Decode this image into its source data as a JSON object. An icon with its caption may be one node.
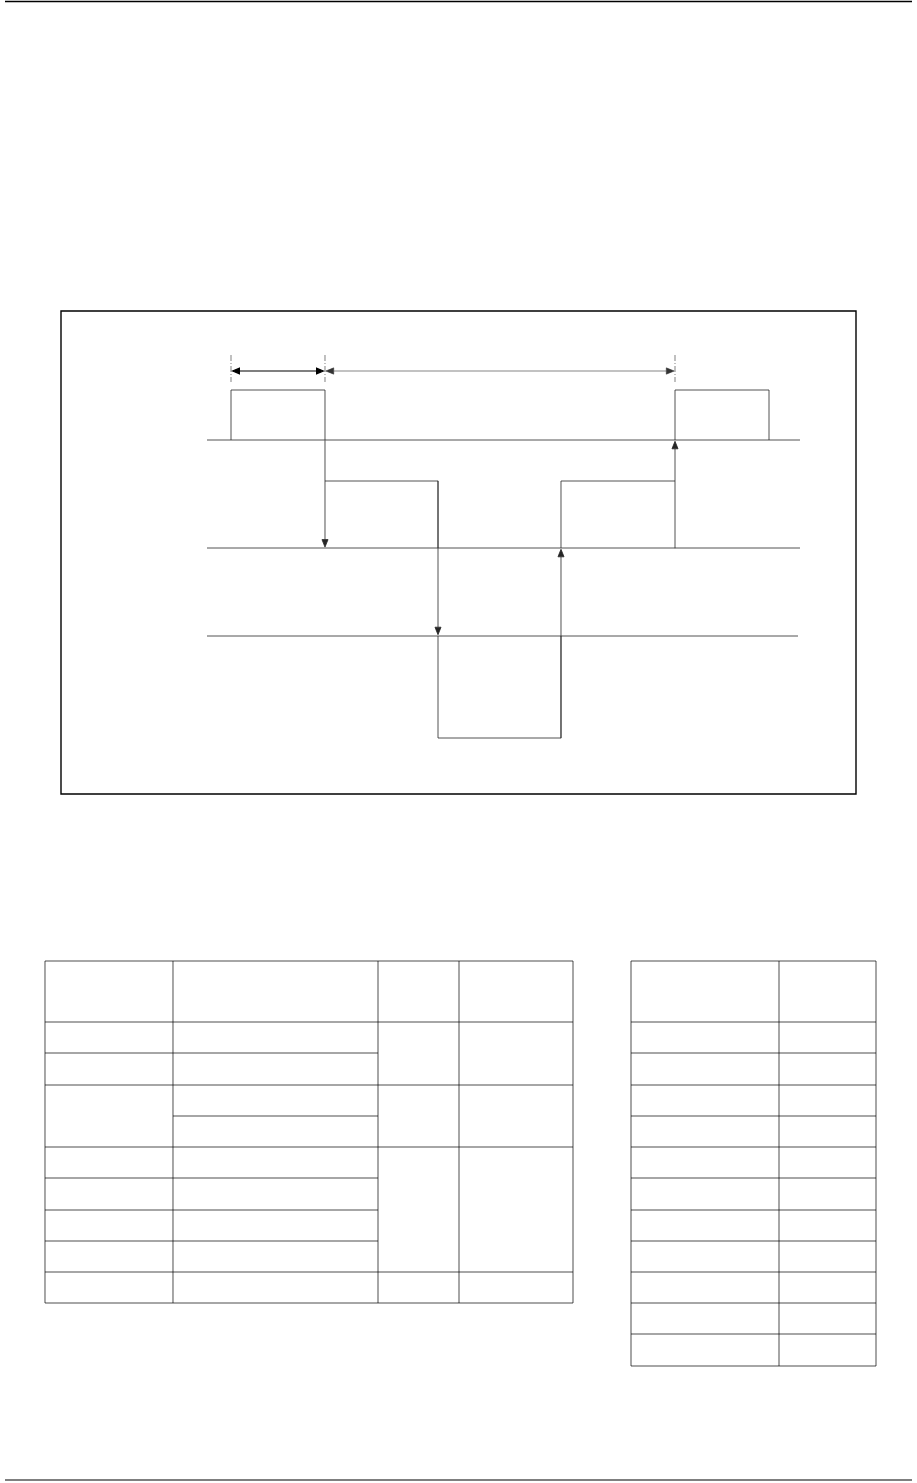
{
  "diagram": {
    "nodes": [
      {
        "text": [],
        "shape": "waveform"
      },
      {
        "text": [],
        "shape": "waveform"
      },
      {
        "text": [],
        "shape": "waveform"
      }
    ],
    "edges": [
      {
        "from": 0,
        "to": 1,
        "arrow": "to"
      },
      {
        "from": 1,
        "to": 2,
        "arrow": "to"
      },
      {
        "from": 2,
        "to": 1,
        "arrow": "to"
      },
      {
        "from": 1,
        "to": 0,
        "arrow": "to"
      }
    ]
  }
}
